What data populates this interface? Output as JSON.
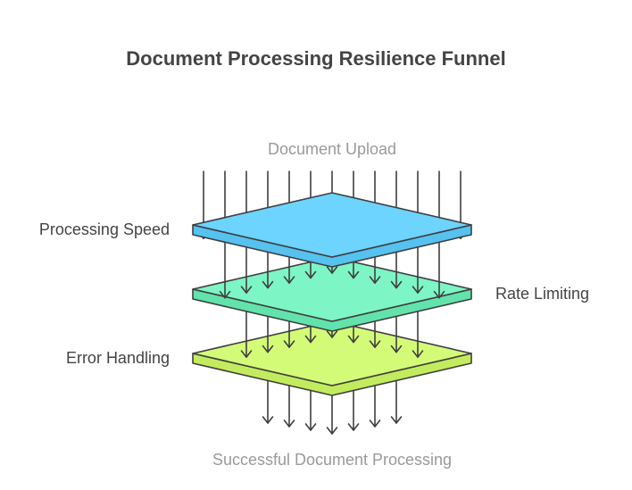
{
  "diagram": {
    "title": "Document Processing Resilience Funnel",
    "input_label": "Document Upload",
    "output_label": "Successful Document Processing",
    "layers": [
      {
        "label": "Processing Speed",
        "side": "left",
        "top_color": "#6dd3ff",
        "side_color": "#56c2f0"
      },
      {
        "label": "Rate Limiting",
        "side": "right",
        "top_color": "#7ef5c4",
        "side_color": "#62e3ac"
      },
      {
        "label": "Error Handling",
        "side": "left",
        "top_color": "#d4fb78",
        "side_color": "#c2ec5e"
      }
    ],
    "stroke_color": "#3f3f3f"
  }
}
